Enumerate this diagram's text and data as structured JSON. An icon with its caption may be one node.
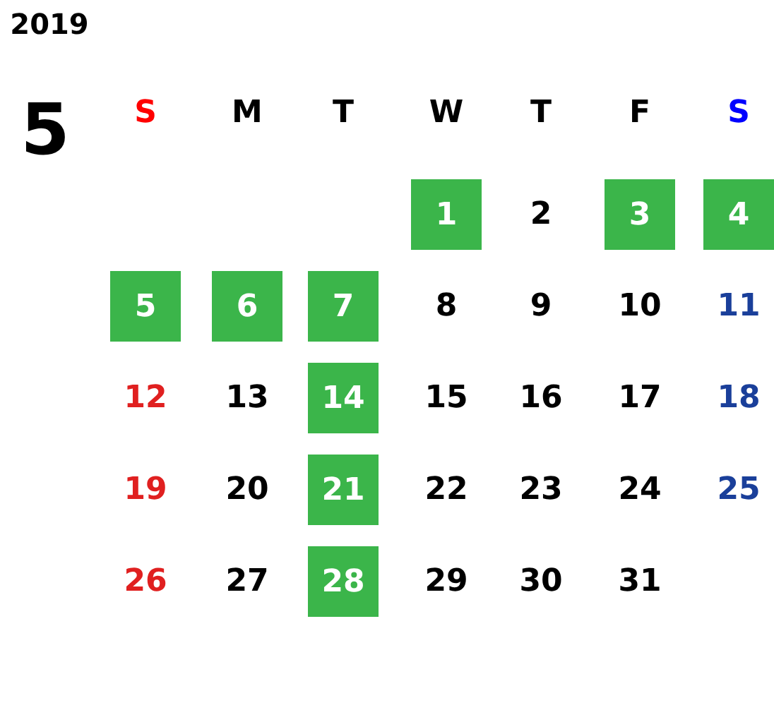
{
  "diagram": {
    "title": "2019",
    "nodes": [
      {
        "text": [
          "1"
        ]
      },
      {
        "text": [
          "3"
        ]
      },
      {
        "text": [
          "4"
        ]
      },
      {
        "text": [
          "5"
        ]
      },
      {
        "text": [
          "6"
        ]
      },
      {
        "text": [
          "7"
        ]
      },
      {
        "text": [
          "14"
        ]
      },
      {
        "text": [
          "21"
        ]
      },
      {
        "text": [
          "28"
        ]
      }
    ],
    "labels": [
      "5",
      "S",
      "M",
      "T",
      "W",
      "T",
      "F",
      "S",
      "2",
      "8",
      "9",
      "10",
      "11",
      "12",
      "13",
      "15",
      "16",
      "17",
      "18",
      "19",
      "20",
      "22",
      "23",
      "24",
      "25",
      "26",
      "27",
      "29",
      "30",
      "31"
    ]
  }
}
